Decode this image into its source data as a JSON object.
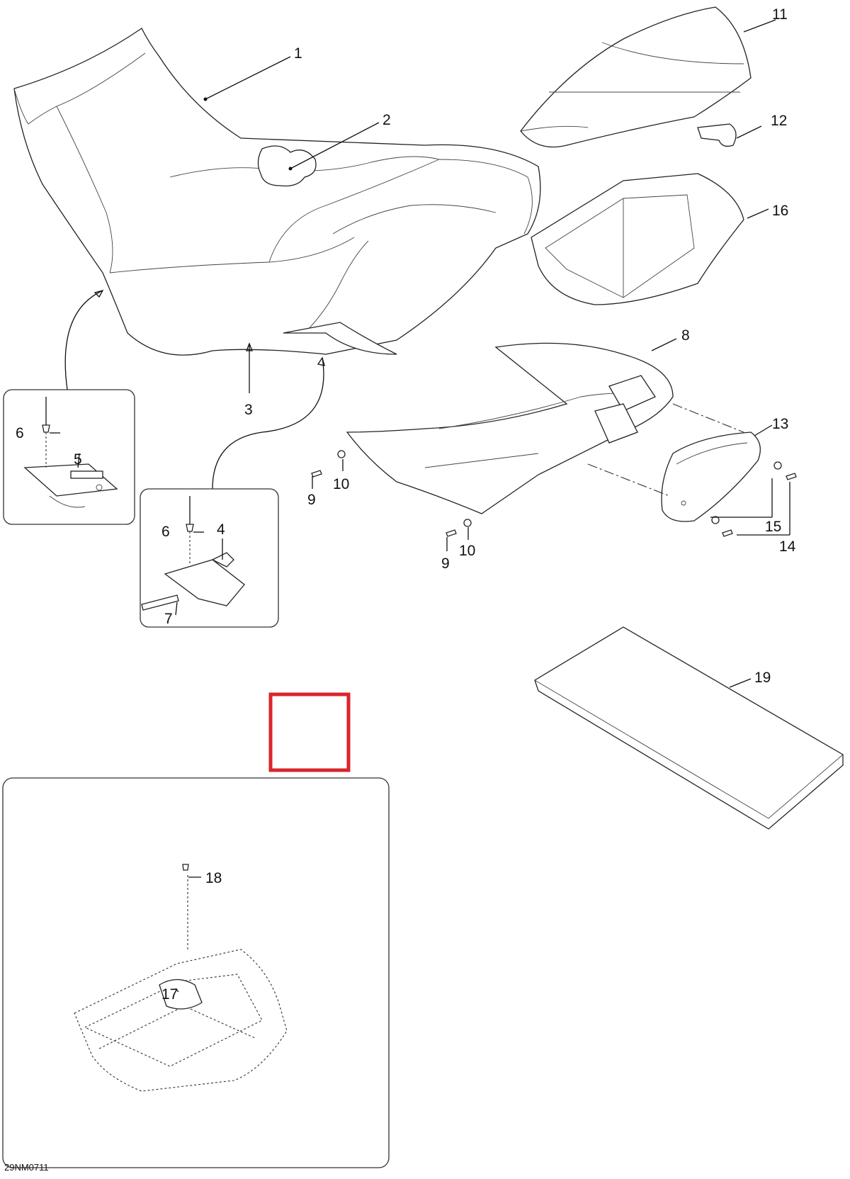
{
  "callouts": {
    "c1": "1",
    "c2": "2",
    "c3": "3",
    "c4": "4",
    "c5": "5",
    "c6a": "6",
    "c6b": "6",
    "c7": "7",
    "c8": "8",
    "c9a": "9",
    "c9b": "9",
    "c10a": "10",
    "c10b": "10",
    "c11": "11",
    "c12": "12",
    "c13": "13",
    "c14": "14",
    "c15": "15",
    "c16": "16",
    "c17": "17",
    "c18": "18",
    "c19": "19"
  },
  "drawing_code": "29NM0711",
  "highlight_color": "#d9262c"
}
